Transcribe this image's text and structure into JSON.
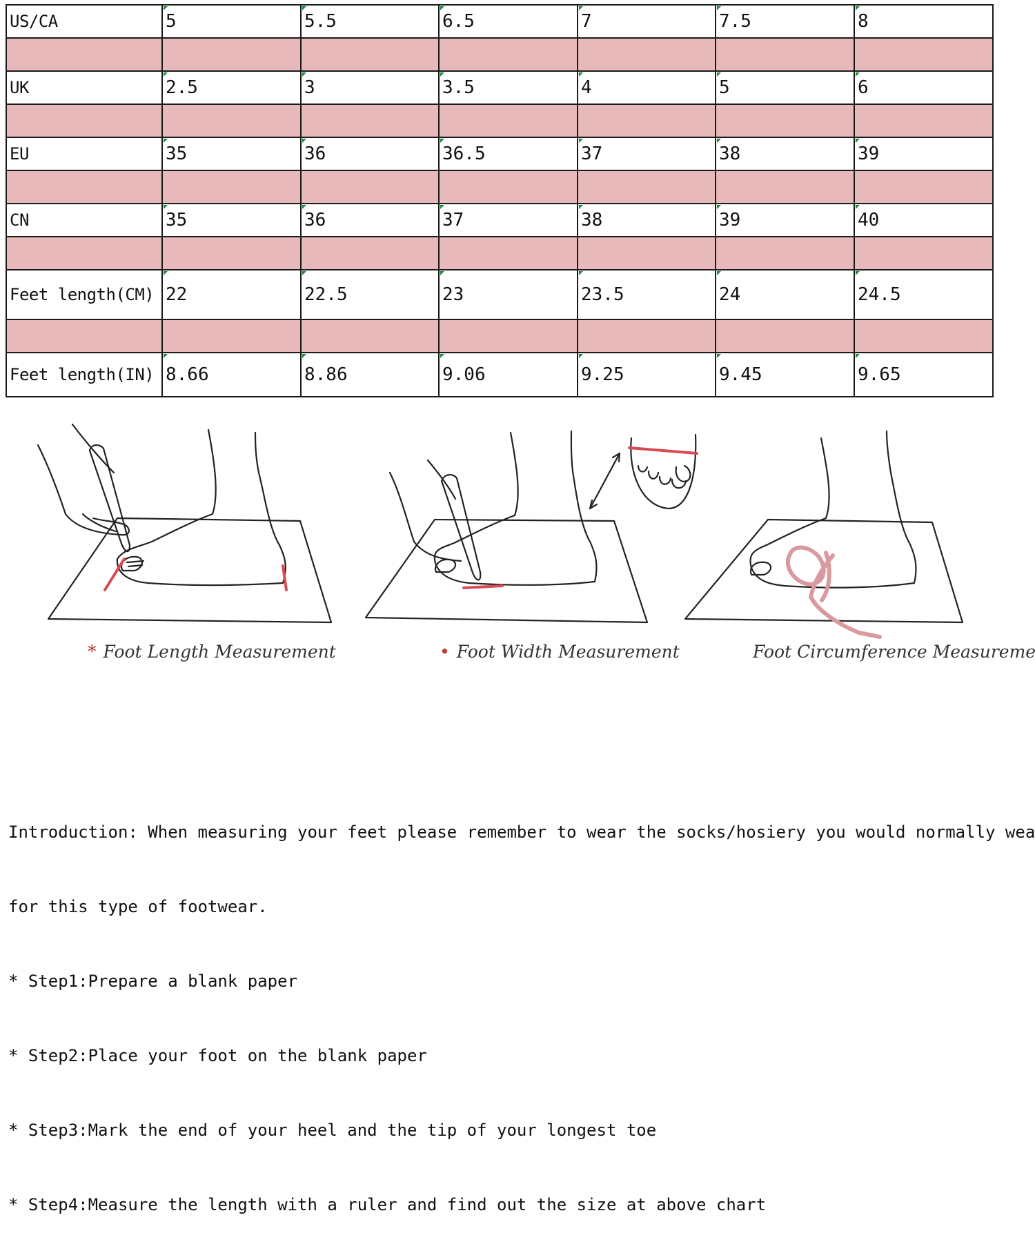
{
  "size_chart": {
    "columns_count": 7,
    "rows": [
      {
        "label": "US/CA",
        "values": [
          "5",
          "5.5",
          "6.5",
          "7",
          "7.5",
          "8"
        ]
      },
      {
        "label": "UK",
        "values": [
          "2.5",
          "3",
          "3.5",
          "4",
          "5",
          "6"
        ]
      },
      {
        "label": "EU",
        "values": [
          "35",
          "36",
          "36.5",
          "37",
          "38",
          "39"
        ]
      },
      {
        "label": "CN",
        "values": [
          "35",
          "36",
          "37",
          "38",
          "39",
          "40"
        ]
      },
      {
        "label": "Feet length(CM)",
        "values": [
          "22",
          "22.5",
          "23",
          "23.5",
          "24",
          "24.5"
        ]
      },
      {
        "label": "Feet length(IN)",
        "values": [
          "8.66",
          "8.86",
          "9.06",
          "9.25",
          "9.45",
          "9.65"
        ]
      }
    ],
    "band_color": "#e8b9ba",
    "marker_color": "#1d8a3a"
  },
  "figures": [
    {
      "caption": "Foot Length Measurement",
      "bullet": "*"
    },
    {
      "caption": "Foot Width Measurement",
      "bullet": "•"
    },
    {
      "caption": "Foot Circumference Measurement",
      "bullet": ""
    }
  ],
  "accent_color": "#d94a52",
  "instructions": {
    "intro_line1": "Introduction: When measuring your feet please remember to wear the socks/hosiery you would normally wear",
    "intro_line2": "for this type of footwear.",
    "steps": [
      "* Step1:Prepare a blank paper",
      "* Step2:Place your foot on the blank paper",
      "* Step3:Mark the end of your heel and the tip of your longest toe",
      "* Step4:Measure the length with a ruler and find out the size at above chart"
    ]
  }
}
